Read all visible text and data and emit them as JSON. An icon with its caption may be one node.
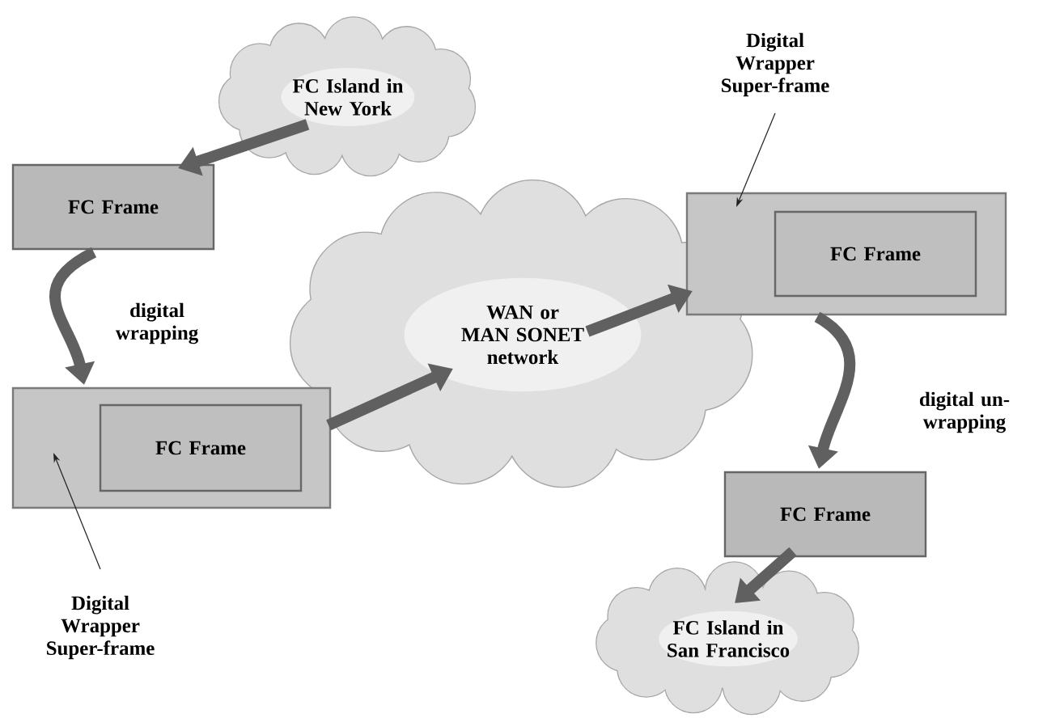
{
  "diagram": {
    "nodes": [
      {
        "text": [
          "FC Island in New York"
        ]
      },
      {
        "text": [
          "FC Frame"
        ]
      },
      {
        "text": [],
        "shape": "box"
      },
      {
        "text": [
          "FC Frame"
        ],
        "in": 2
      },
      {
        "text": [
          "WAN or MAN SONET network"
        ]
      },
      {
        "text": [],
        "shape": "box"
      },
      {
        "text": [
          "FC Frame"
        ],
        "in": 5
      },
      {
        "text": [
          "FC Frame"
        ]
      },
      {
        "text": [
          "FC Island in San Francisco"
        ]
      },
      {
        "text": [
          "Digital Wrapper Super-frame"
        ]
      },
      {
        "text": [
          "Digital Wrapper Super-frame"
        ]
      }
    ],
    "edges": [
      {
        "from": 0,
        "to": 1,
        "arrow": "to"
      },
      {
        "from": 1,
        "to": 2,
        "arrow": "to",
        "label": "digital wrapping"
      },
      {
        "from": 2,
        "to": 4,
        "arrow": "to"
      },
      {
        "from": 4,
        "to": 5,
        "arrow": "to"
      },
      {
        "from": 5,
        "to": 7,
        "arrow": "to",
        "label": "digital un-wrapping"
      },
      {
        "from": 7,
        "to": 8,
        "arrow": "to"
      },
      {
        "from": 9,
        "to": 2,
        "arrow": "to",
        "color": "#202020"
      },
      {
        "from": 10,
        "to": 5,
        "arrow": "to",
        "color": "#202020"
      }
    ]
  }
}
